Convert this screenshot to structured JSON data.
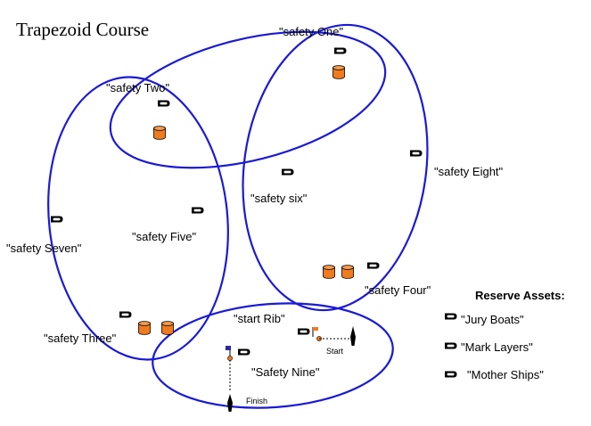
{
  "title": "Trapezoid Course",
  "zone_color": "#1a1ad6",
  "boat_color": "#000000",
  "mark_color": "#f07a1e",
  "labels": {
    "safety_one": "\"safety One\"",
    "safety_two": "\"safety Two\"",
    "safety_three": "\"safety Three\"",
    "safety_four": "\"safety Four\"",
    "safety_five": "\"safety Five\"",
    "safety_six": "\"safety six\"",
    "safety_seven": "\"safety Seven\"",
    "safety_eight": "\"safety Eight\"",
    "safety_nine": "\"Safety Nine\"",
    "start_rib": "\"start Rib\"",
    "start": "Start",
    "finish": "Finish"
  },
  "reserve": {
    "heading": "Reserve  Assets:",
    "items": [
      "\"Jury Boats\"",
      "\"Mark Layers\"",
      "\"Mother Ships\""
    ]
  },
  "icons": {
    "boat": "boat-icon",
    "mark": "mark-buoy-icon",
    "flag": "flag-icon",
    "start_pin": "start-pin-icon",
    "finish_pin": "finish-pin-icon"
  }
}
